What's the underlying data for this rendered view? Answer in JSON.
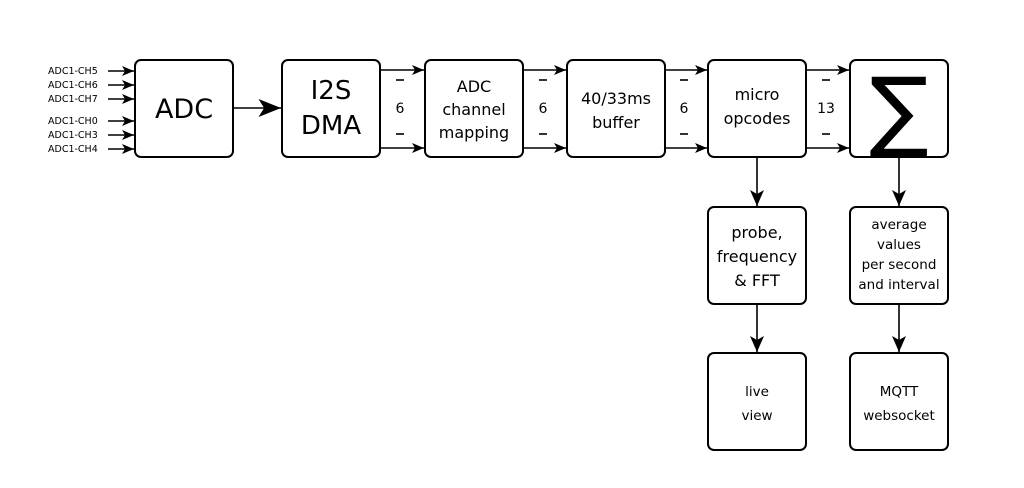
{
  "inputs": [
    "ADC1-CH5",
    "ADC1-CH6",
    "ADC1-CH7",
    "ADC1-CH0",
    "ADC1-CH3",
    "ADC1-CH4"
  ],
  "blocks": {
    "adc": "ADC",
    "i2s": [
      "I2S",
      "DMA"
    ],
    "mapping": [
      "ADC",
      "channel",
      "mapping"
    ],
    "buffer": [
      "40/33ms",
      "buffer"
    ],
    "opcodes": [
      "micro",
      "opcodes"
    ],
    "sum": "∑",
    "probe": [
      "probe,",
      "frequency",
      "& FFT"
    ],
    "average": [
      "average",
      "values",
      "per second",
      "and interval"
    ],
    "live": [
      "live",
      "view"
    ],
    "mqtt": [
      "MQTT",
      "websocket"
    ]
  },
  "bus_widths": [
    "6",
    "6",
    "6",
    "13"
  ]
}
